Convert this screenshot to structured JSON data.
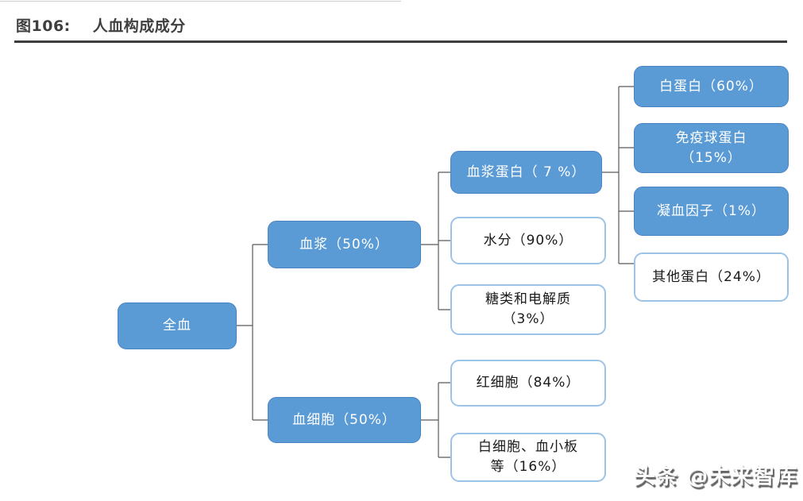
{
  "title": {
    "figure_label": "图106:",
    "figure_title": "人血构成成分"
  },
  "watermark": {
    "text": "头条 @未来智库"
  },
  "colors": {
    "node_fill_blue": "#5B9BD5",
    "node_border_blue": "#4A84C4",
    "node_border_light_blue": "#9DC3E6",
    "connector_gray": "#595959",
    "title_gray": "#3F3F3F"
  },
  "nodes": {
    "whole_blood": {
      "label": "全血"
    },
    "plasma": {
      "label": "血浆（50%）"
    },
    "blood_cells": {
      "label": "血细胞（50%）"
    },
    "plasma_protein": {
      "label": "血浆蛋白（ 7 %）"
    },
    "water": {
      "label": "水分（90%）"
    },
    "sugar_electrolytes": {
      "label": "糖类和电解质\n（3%）"
    },
    "red_blood_cells": {
      "label": "红细胞（84%）"
    },
    "white_cells_platelets": {
      "label": "白细胞、血小板\n等（16%）"
    },
    "albumin": {
      "label": "白蛋白（60%）"
    },
    "immunoglobulin": {
      "label": "免疫球蛋白\n（15%）"
    },
    "coagulation_factors": {
      "label": "凝血因子（1%）"
    },
    "other_proteins": {
      "label": "其他蛋白（24%）"
    }
  },
  "chart_data": {
    "type": "tree",
    "title": "人血构成成分",
    "orientation": "left-to-right",
    "nodes": [
      {
        "id": "whole_blood",
        "label": "全血",
        "parent": null,
        "percent": null,
        "filled": true
      },
      {
        "id": "plasma",
        "label": "血浆",
        "parent": "whole_blood",
        "percent": 50,
        "filled": true
      },
      {
        "id": "blood_cells",
        "label": "血细胞",
        "parent": "whole_blood",
        "percent": 50,
        "filled": true
      },
      {
        "id": "plasma_protein",
        "label": "血浆蛋白",
        "parent": "plasma",
        "percent": 7,
        "filled": true
      },
      {
        "id": "water",
        "label": "水分",
        "parent": "plasma",
        "percent": 90,
        "filled": false
      },
      {
        "id": "sugar_electrolytes",
        "label": "糖类和电解质",
        "parent": "plasma",
        "percent": 3,
        "filled": false
      },
      {
        "id": "red_blood_cells",
        "label": "红细胞",
        "parent": "blood_cells",
        "percent": 84,
        "filled": false
      },
      {
        "id": "white_cells_platelets",
        "label": "白细胞、血小板等",
        "parent": "blood_cells",
        "percent": 16,
        "filled": false
      },
      {
        "id": "albumin",
        "label": "白蛋白",
        "parent": "plasma_protein",
        "percent": 60,
        "filled": true
      },
      {
        "id": "immunoglobulin",
        "label": "免疫球蛋白",
        "parent": "plasma_protein",
        "percent": 15,
        "filled": true
      },
      {
        "id": "coagulation_factors",
        "label": "凝血因子",
        "parent": "plasma_protein",
        "percent": 1,
        "filled": true
      },
      {
        "id": "other_proteins",
        "label": "其他蛋白",
        "parent": "plasma_protein",
        "percent": 24,
        "filled": false
      }
    ]
  }
}
